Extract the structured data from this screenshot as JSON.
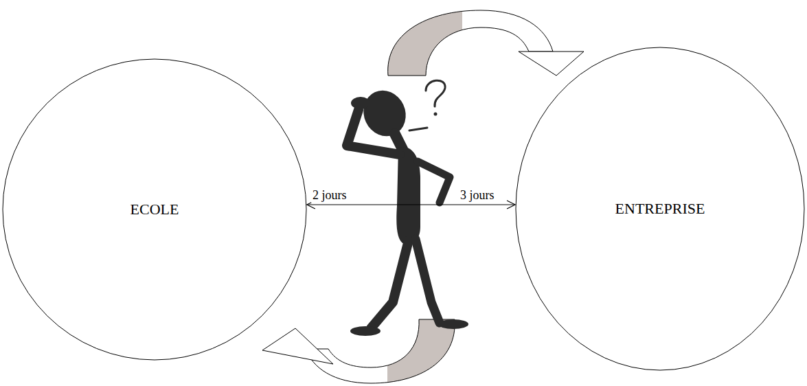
{
  "diagram": {
    "nodes": [
      {
        "text": [
          "ECOLE"
        ]
      },
      {
        "text": [
          "ENTREPRISE"
        ]
      }
    ],
    "edges": [
      {
        "from": 0,
        "to": 1,
        "arrow": "both"
      }
    ],
    "labels": [
      "2 jours",
      "3 jours"
    ]
  }
}
